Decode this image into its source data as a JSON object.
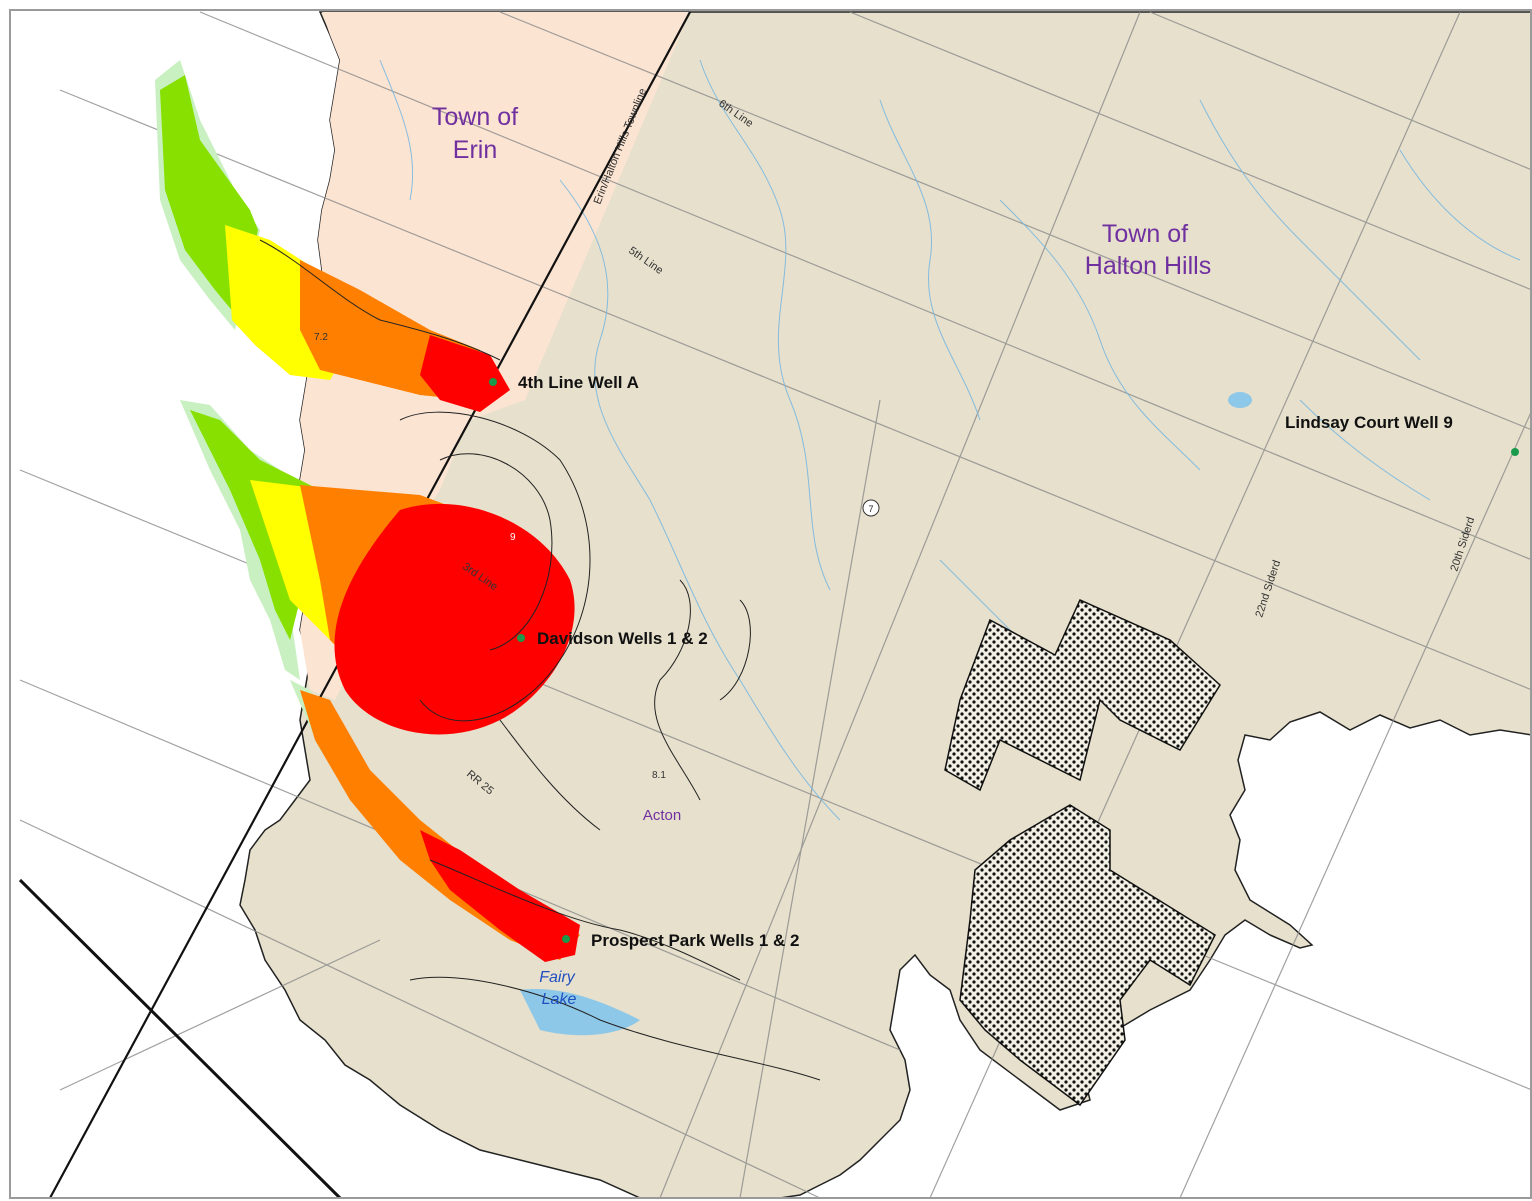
{
  "colors": {
    "frame": "#9a9a9a",
    "halton_hills": "#e6e0cc",
    "erin": "#fce4d2",
    "outside": "#ffffff",
    "zone_red": "#ff0000",
    "zone_orange": "#ff7f00",
    "zone_yellow": "#ffff00",
    "zone_green": "#88e000",
    "zone_lightgreen": "#c8f0c0",
    "water": "#8ec8e8",
    "town_label": "#7030a0",
    "water_label": "#2050c0",
    "well_point": "#1a9a4a",
    "boundary": "#111111"
  },
  "towns": [
    {
      "name": "Town of",
      "name2": "Erin"
    },
    {
      "name": "Town of",
      "name2": "Halton Hills"
    },
    {
      "name": "Acton"
    }
  ],
  "wells": [
    {
      "label": "4th Line Well A"
    },
    {
      "label": "Davidson Wells 1 & 2"
    },
    {
      "label": "Prospect Park Wells 1 & 2"
    },
    {
      "label": "Lindsay Court Well 9"
    }
  ],
  "roads": {
    "townline": "Erin/Halton Hills Townline",
    "sixth": "6th Line",
    "fifth": "5th Line",
    "third": "3rd Line",
    "rr25": "RR 25",
    "twentysecond": "22nd Siderd",
    "twentieth": "20th Siderd",
    "shield_7": "7"
  },
  "contours": {
    "c72": "7.2",
    "c9": "9",
    "c81": "8.1"
  },
  "water": {
    "fairy": "Fairy",
    "lake": "Lake"
  }
}
